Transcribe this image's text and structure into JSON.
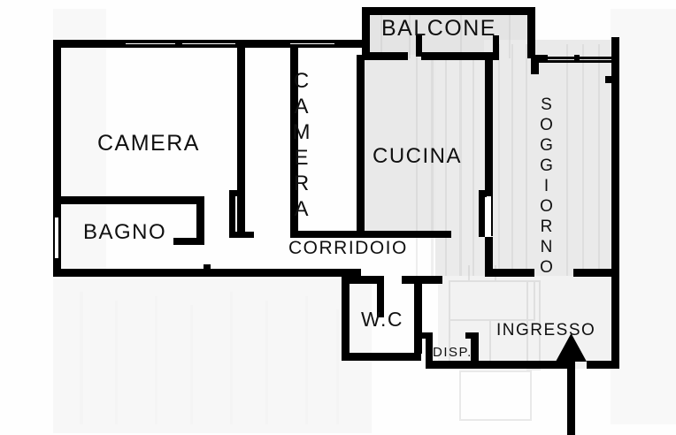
{
  "document": {
    "type": "floor-plan",
    "title": "Planimetria appartamento",
    "background_color": "#ffffff",
    "wall_color": "#000000",
    "shaded_room_fill": "#e9e9e9",
    "plain_room_fill": "#ffffff"
  },
  "rooms": [
    {
      "id": "camera-1",
      "label": "CAMERA",
      "orientation": "horizontal"
    },
    {
      "id": "camera-2",
      "label": "CAMERA",
      "orientation": "vertical"
    },
    {
      "id": "bagno",
      "label": "BAGNO",
      "orientation": "horizontal"
    },
    {
      "id": "balcone",
      "label": "BALCONE",
      "orientation": "horizontal"
    },
    {
      "id": "cucina",
      "label": "CUCINA",
      "orientation": "horizontal"
    },
    {
      "id": "soggiorno",
      "label": "SOGGIORNO",
      "orientation": "vertical"
    },
    {
      "id": "corridoio",
      "label": "CORRIDOIO",
      "orientation": "horizontal"
    },
    {
      "id": "wc",
      "label": "W.C",
      "orientation": "horizontal"
    },
    {
      "id": "disp",
      "label": "DISP.",
      "orientation": "horizontal"
    },
    {
      "id": "ingresso",
      "label": "INGRESSO",
      "orientation": "horizontal"
    }
  ],
  "labels": {
    "camera_1": "CAMERA",
    "camera_2": "CAMERA",
    "bagno": "BAGNO",
    "balcone": "BALCONE",
    "cucina": "CUCINA",
    "soggiorno": "SOGGIORNO",
    "corridoio": "CORRIDOIO",
    "wc": "W.C",
    "disp": "DISP.",
    "ingresso": "INGRESSO"
  },
  "markers": {
    "entrance_arrow": "entrance-arrow-up"
  }
}
